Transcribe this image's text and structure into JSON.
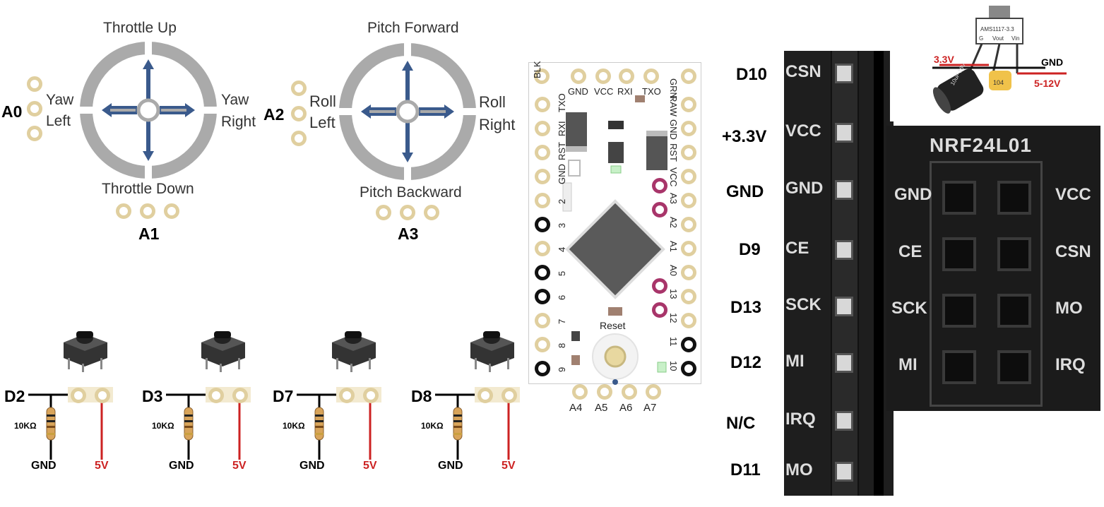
{
  "joystick_left": {
    "top": "Throttle Up",
    "bottom": "Throttle Down",
    "left_line1": "Yaw",
    "left_line2": "Left",
    "right_line1": "Yaw",
    "right_line2": "Right",
    "pin_side": "A0",
    "pin_bottom": "A1"
  },
  "joystick_right": {
    "top": "Pitch Forward",
    "bottom": "Pitch Backward",
    "left_line1": "Roll",
    "left_line2": "Left",
    "right_line1": "Roll",
    "right_line2": "Right",
    "pin_side": "A2",
    "pin_bottom": "A3"
  },
  "buttons": [
    {
      "pin": "D2",
      "resistor": "10KΩ",
      "gnd": "GND",
      "vcc": "5V"
    },
    {
      "pin": "D3",
      "resistor": "10KΩ",
      "gnd": "GND",
      "vcc": "5V"
    },
    {
      "pin": "D7",
      "resistor": "10KΩ",
      "gnd": "GND",
      "vcc": "5V"
    },
    {
      "pin": "D8",
      "resistor": "10KΩ",
      "gnd": "GND",
      "vcc": "5V"
    }
  ],
  "arduino": {
    "top_labels": [
      "BLK",
      "GND",
      "VCC",
      "RXI",
      "TXO",
      "GRN"
    ],
    "left_labels": [
      "TXO",
      "RXI",
      "RST",
      "GND",
      "2",
      "3",
      "4",
      "5",
      "6",
      "7",
      "8",
      "9"
    ],
    "right_labels": [
      "RAW",
      "GND",
      "RST",
      "VCC",
      "A3",
      "A2",
      "A1",
      "A0",
      "13",
      "12",
      "11",
      "10"
    ],
    "bottom_labels": [
      "A4",
      "A5",
      "A6",
      "A7"
    ],
    "reset": "Reset"
  },
  "regulator": {
    "part": "AMS1117-3.3",
    "pin_g": "G",
    "pin_vout": "Vout",
    "pin_vin": "Vin",
    "label_33": "3.3V",
    "label_gnd": "GND",
    "label_vin": "5-12V",
    "cap_big": "10uF 16V",
    "cap_small": "104"
  },
  "nrf": {
    "title": "NRF24L01",
    "wire_labels": [
      "D10",
      "+3.3V",
      "GND",
      "D9",
      "D13",
      "D12",
      "N/C",
      "D11"
    ],
    "header_labels": [
      "CSN",
      "VCC",
      "GND",
      "CE",
      "SCK",
      "MI",
      "IRQ",
      "MO"
    ],
    "module_left": [
      "GND",
      "CE",
      "SCK",
      "MI"
    ],
    "module_right": [
      "VCC",
      "CSN",
      "MO",
      "IRQ"
    ]
  },
  "colors": {
    "ring": "#aaaaaa",
    "arrow": "#3a5a8c",
    "pad": "#e0cf9f",
    "red": "#cc2222",
    "magenta": "#a8356a",
    "board_dark": "#1a1a1a"
  }
}
